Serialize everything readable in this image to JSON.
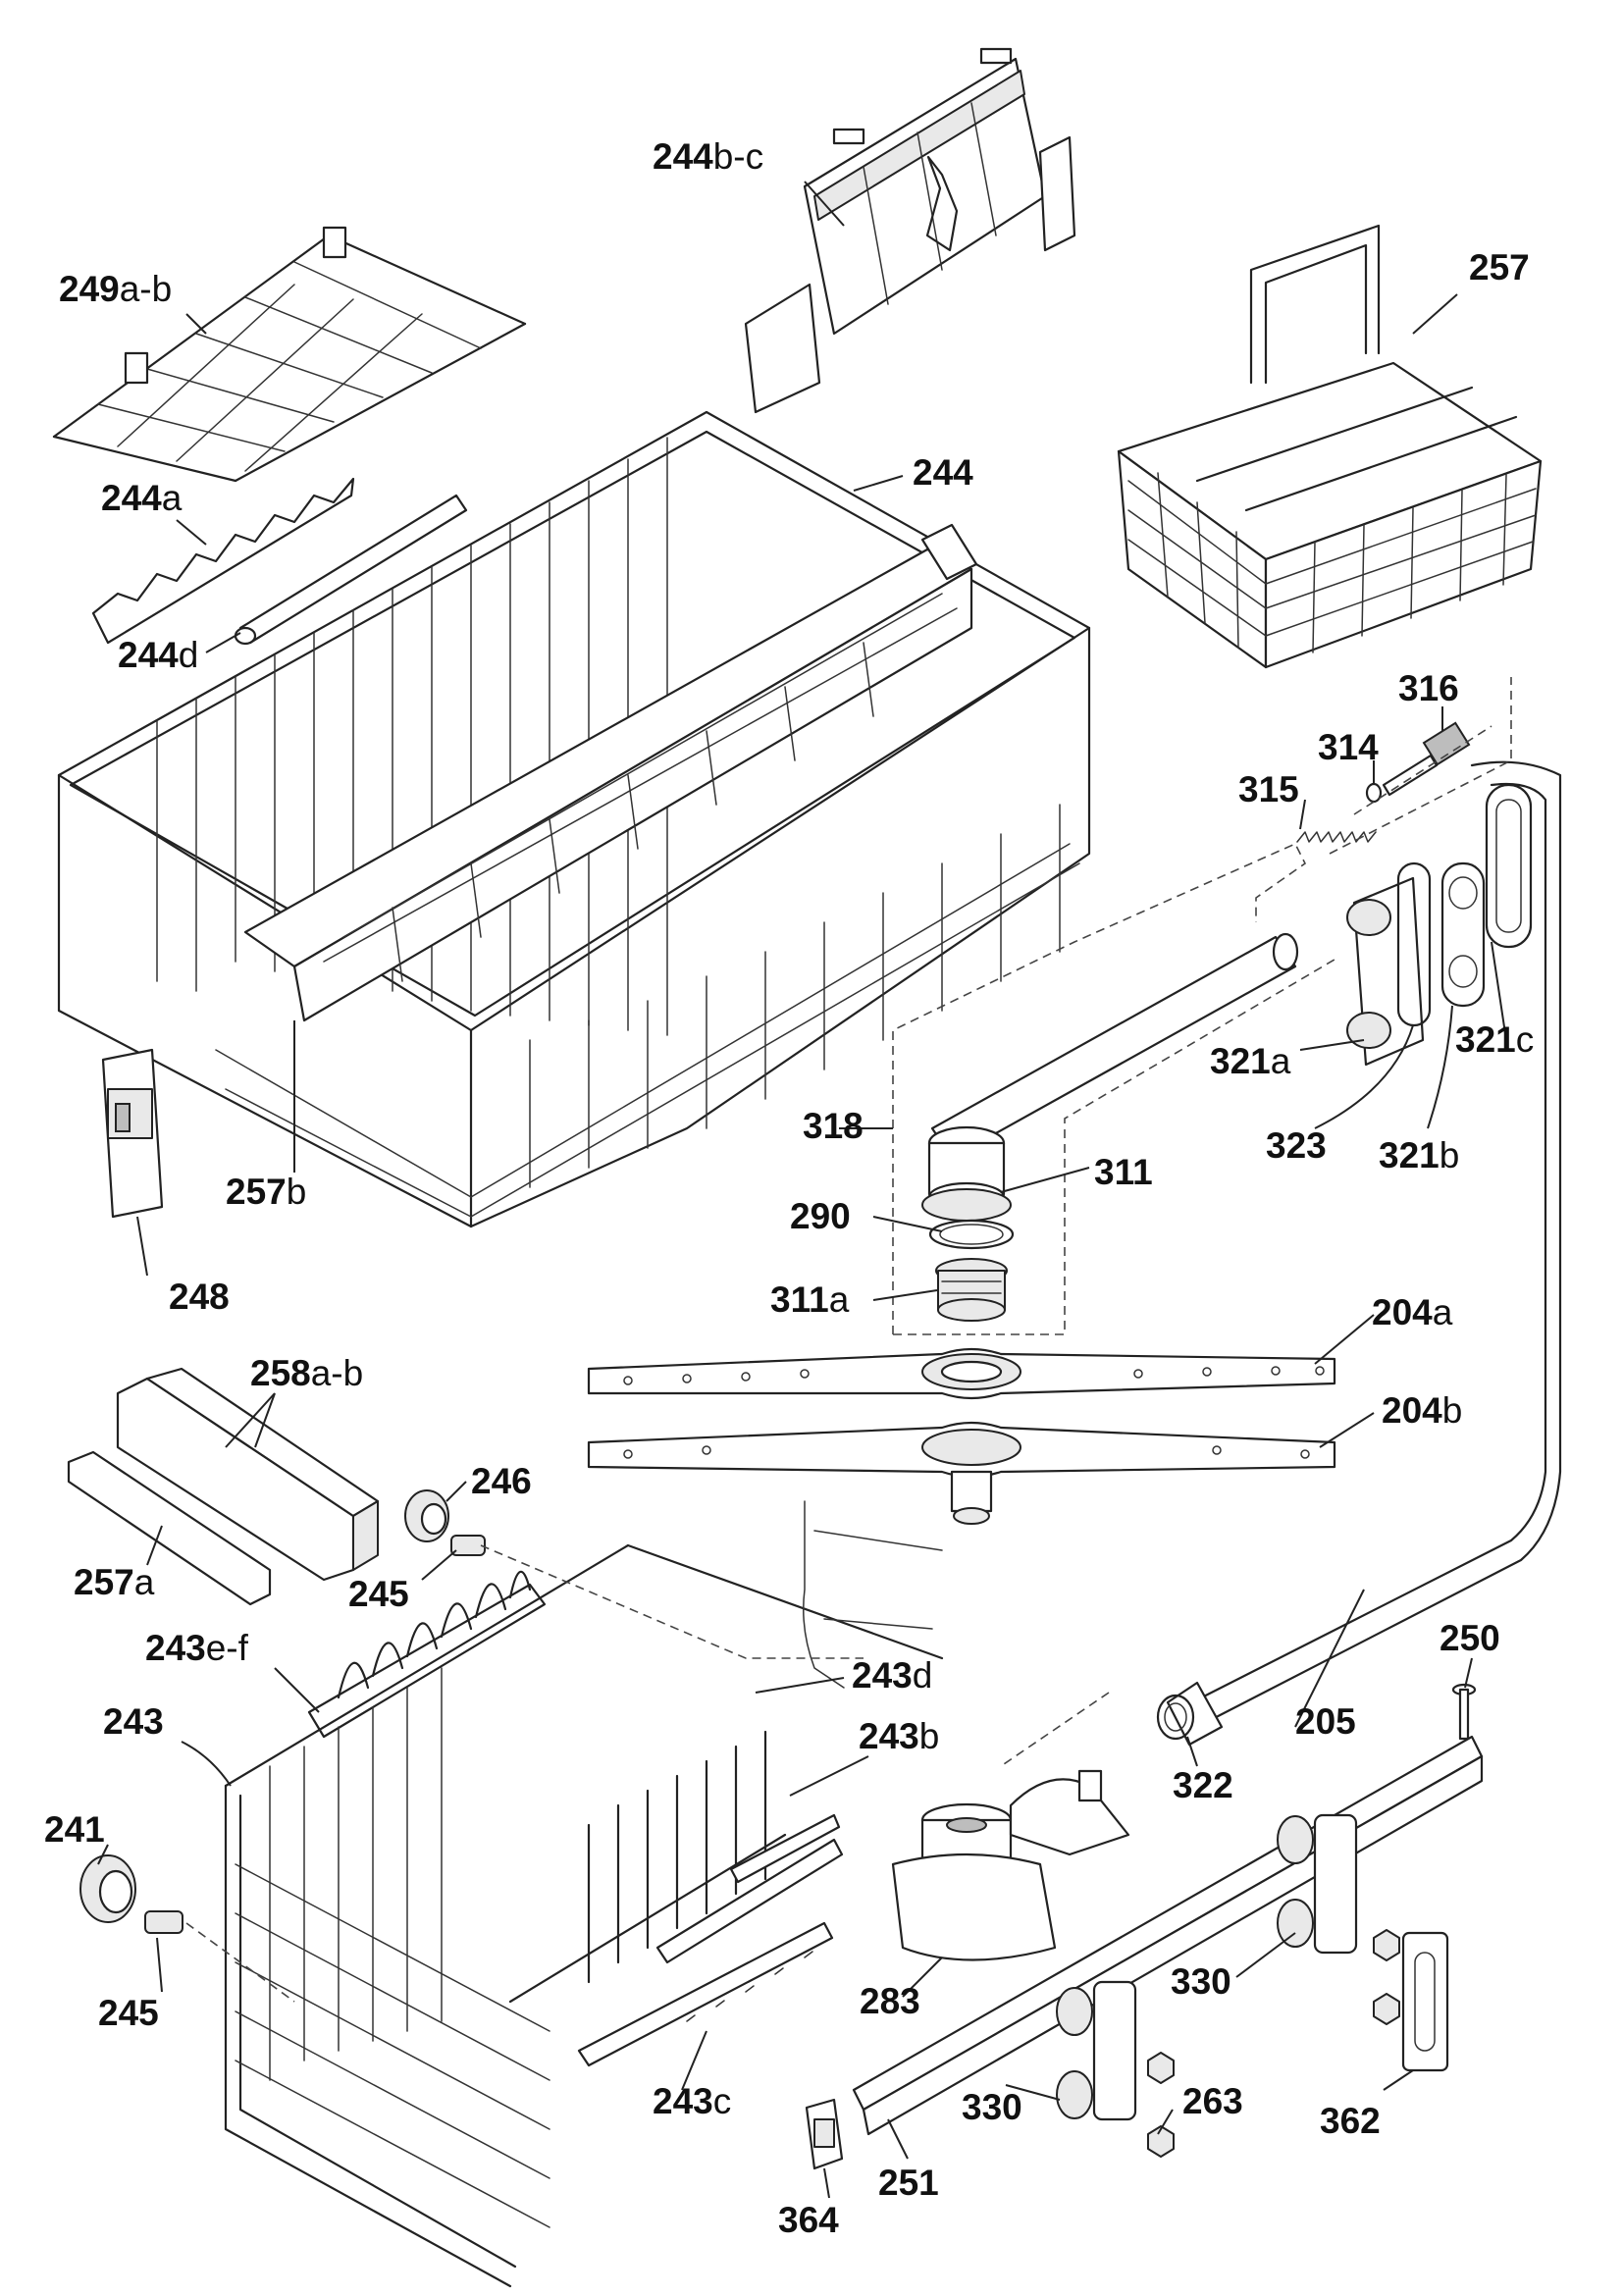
{
  "labels": [
    {
      "id": "244b-c",
      "num": "244",
      "suffix": "b-c"
    },
    {
      "id": "257",
      "num": "257",
      "suffix": ""
    },
    {
      "id": "249a-b",
      "num": "249",
      "suffix": "a-b"
    },
    {
      "id": "244",
      "num": "244",
      "suffix": ""
    },
    {
      "id": "244a",
      "num": "244",
      "suffix": "a"
    },
    {
      "id": "244d",
      "num": "244",
      "suffix": "d"
    },
    {
      "id": "316",
      "num": "316",
      "suffix": ""
    },
    {
      "id": "314",
      "num": "314",
      "suffix": ""
    },
    {
      "id": "315",
      "num": "315",
      "suffix": ""
    },
    {
      "id": "321a",
      "num": "321",
      "suffix": "a"
    },
    {
      "id": "321c",
      "num": "321",
      "suffix": "c"
    },
    {
      "id": "318",
      "num": "318",
      "suffix": ""
    },
    {
      "id": "323",
      "num": "323",
      "suffix": ""
    },
    {
      "id": "321b",
      "num": "321",
      "suffix": "b"
    },
    {
      "id": "311",
      "num": "311",
      "suffix": ""
    },
    {
      "id": "257b",
      "num": "257",
      "suffix": "b"
    },
    {
      "id": "290",
      "num": "290",
      "suffix": ""
    },
    {
      "id": "248",
      "num": "248",
      "suffix": ""
    },
    {
      "id": "311a",
      "num": "311",
      "suffix": "a"
    },
    {
      "id": "204a",
      "num": "204",
      "suffix": "a"
    },
    {
      "id": "258a-b",
      "num": "258",
      "suffix": "a-b"
    },
    {
      "id": "204b",
      "num": "204",
      "suffix": "b"
    },
    {
      "id": "246",
      "num": "246",
      "suffix": ""
    },
    {
      "id": "257a",
      "num": "257",
      "suffix": "a"
    },
    {
      "id": "245-upper",
      "num": "245",
      "suffix": ""
    },
    {
      "id": "243e-f",
      "num": "243",
      "suffix": "e-f"
    },
    {
      "id": "250",
      "num": "250",
      "suffix": ""
    },
    {
      "id": "243d",
      "num": "243",
      "suffix": "d"
    },
    {
      "id": "243",
      "num": "243",
      "suffix": ""
    },
    {
      "id": "205",
      "num": "205",
      "suffix": ""
    },
    {
      "id": "243b",
      "num": "243",
      "suffix": "b"
    },
    {
      "id": "322",
      "num": "322",
      "suffix": ""
    },
    {
      "id": "241",
      "num": "241",
      "suffix": ""
    },
    {
      "id": "283",
      "num": "283",
      "suffix": ""
    },
    {
      "id": "330-right",
      "num": "330",
      "suffix": ""
    },
    {
      "id": "245-lower",
      "num": "245",
      "suffix": ""
    },
    {
      "id": "243c",
      "num": "243",
      "suffix": "c"
    },
    {
      "id": "330-left",
      "num": "330",
      "suffix": ""
    },
    {
      "id": "263",
      "num": "263",
      "suffix": ""
    },
    {
      "id": "362",
      "num": "362",
      "suffix": ""
    },
    {
      "id": "251",
      "num": "251",
      "suffix": ""
    },
    {
      "id": "364",
      "num": "364",
      "suffix": ""
    }
  ]
}
